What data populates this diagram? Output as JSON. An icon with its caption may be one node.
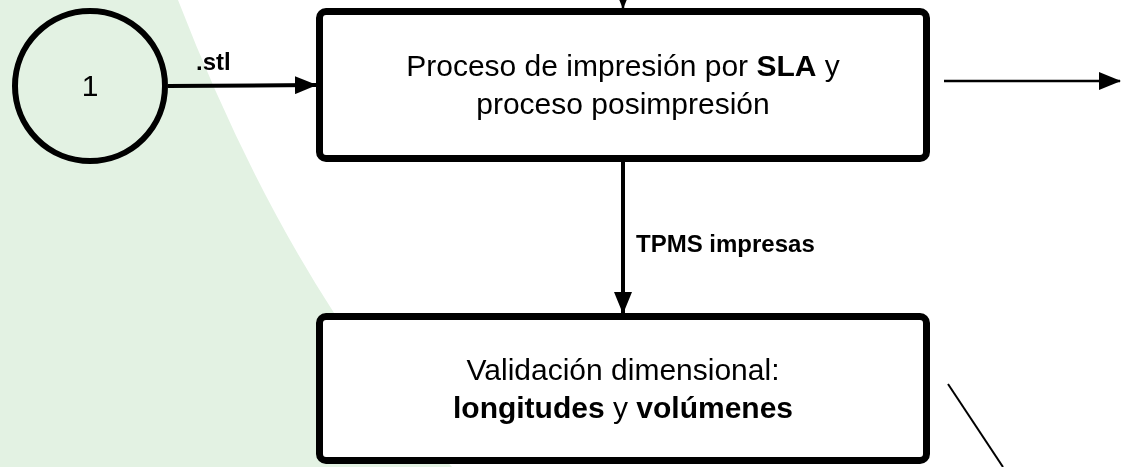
{
  "diagram": {
    "nodes": [
      {
        "text": [
          "1"
        ]
      },
      {
        "text": [
          "Proceso de impresión por **SLA** y proceso posimpresión"
        ]
      },
      {
        "text": [
          "Validación dimensional: **longitudes** y **volúmenes**"
        ]
      }
    ],
    "edges": [
      {
        "from": null,
        "to": 1,
        "arrow": "to"
      },
      {
        "from": 0,
        "to": 1,
        "arrow": "to",
        "label": ".stl"
      },
      {
        "from": 1,
        "to": null,
        "arrow": "to"
      },
      {
        "from": 1,
        "to": 2,
        "arrow": "to",
        "label": "TPMS impresas"
      }
    ]
  }
}
